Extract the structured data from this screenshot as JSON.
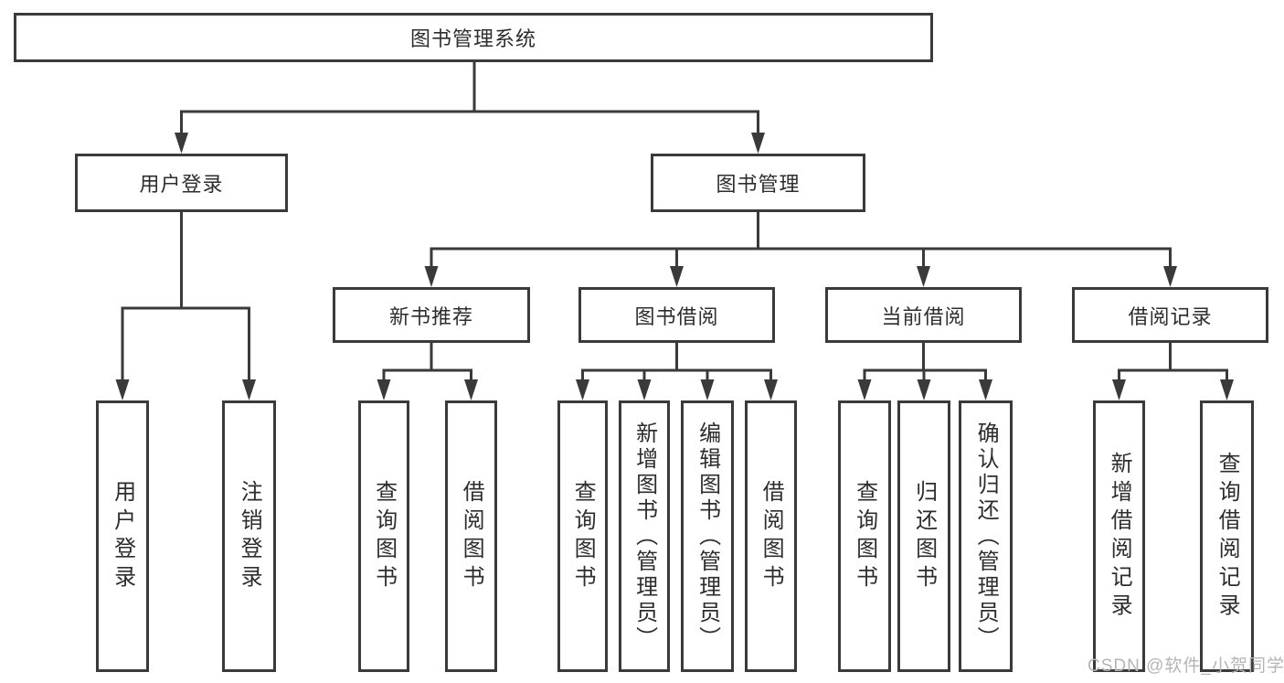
{
  "diagram": {
    "title": "图书管理系统",
    "watermark": "CSDN @软件_小贺同学",
    "colors": {
      "line": "#3a3a3a",
      "box_border": "#3a3a3a",
      "text": "#2d2d2d",
      "background": "#ffffff",
      "watermark_text": "#b5b5b5"
    },
    "nodes": {
      "root": "图书管理系统",
      "level2": {
        "user_login": "用户登录",
        "book_management": "图书管理"
      },
      "level3": {
        "new_book_recommend": "新书推荐",
        "book_borrowing": "图书借阅",
        "current_borrowing": "当前借阅",
        "borrowing_records": "借阅记录"
      }
    },
    "children": {
      "user_login": [
        "用户登录",
        "注销登录"
      ],
      "new_book_recommend": [
        "查询图书",
        "借阅图书"
      ],
      "book_borrowing": [
        "查询图书",
        "新增图书（管理员）",
        "编辑图书（管理员）",
        "借阅图书"
      ],
      "current_borrowing": [
        "查询图书",
        "归还图书",
        "确认归还（管理员）"
      ],
      "borrowing_records": [
        "新增借阅记录",
        "查询借阅记录"
      ]
    }
  }
}
